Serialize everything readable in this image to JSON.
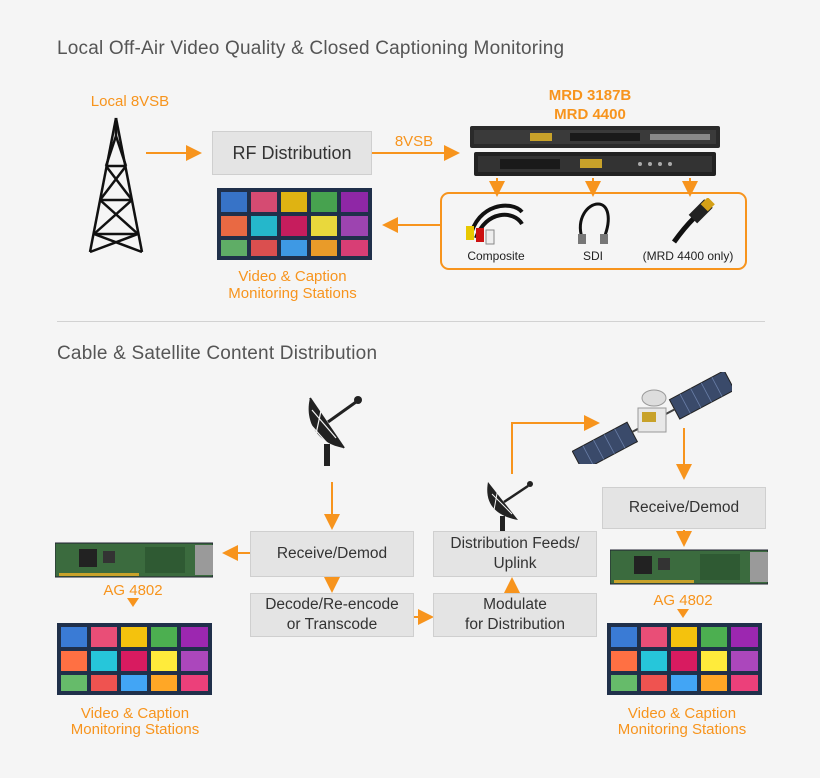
{
  "section1": {
    "title": "Local Off-Air Video Quality & Closed Captioning Monitoring",
    "source_label": "Local 8VSB",
    "rf_box": "RF Distribution",
    "arrow_label": "8VSB",
    "device_line1": "MRD 3187B",
    "device_line2": "MRD 4400",
    "outputs": [
      "Composite",
      "SDI",
      "(MRD 4400 only)"
    ],
    "stations_line1": "Video & Caption",
    "stations_line2": "Monitoring Stations"
  },
  "section2": {
    "title": "Cable & Satellite Content Distribution",
    "receive_left": "Receive/Demod",
    "decode_line1": "Decode/Re-encode",
    "decode_line2": "or Transcode",
    "modulate_line1": "Modulate",
    "modulate_line2": "for Distribution",
    "uplink_line1": "Distribution Feeds/",
    "uplink_line2": "Uplink",
    "receive_right": "Receive/Demod",
    "ag_left": "AG 4802",
    "ag_right": "AG 4802",
    "stations_left_line1": "Video & Caption",
    "stations_left_line2": "Monitoring Stations",
    "stations_right_line1": "Video & Caption",
    "stations_right_line2": "Monitoring Stations"
  },
  "colors": {
    "accent": "#f7941d",
    "box": "#e4e4e4",
    "text": "#333333"
  },
  "icons": [
    "broadcast-tower-icon",
    "satellite-dish-icon",
    "satellite-icon",
    "composite-cable-icon",
    "sdi-cable-icon",
    "hdmi-cable-icon"
  ]
}
